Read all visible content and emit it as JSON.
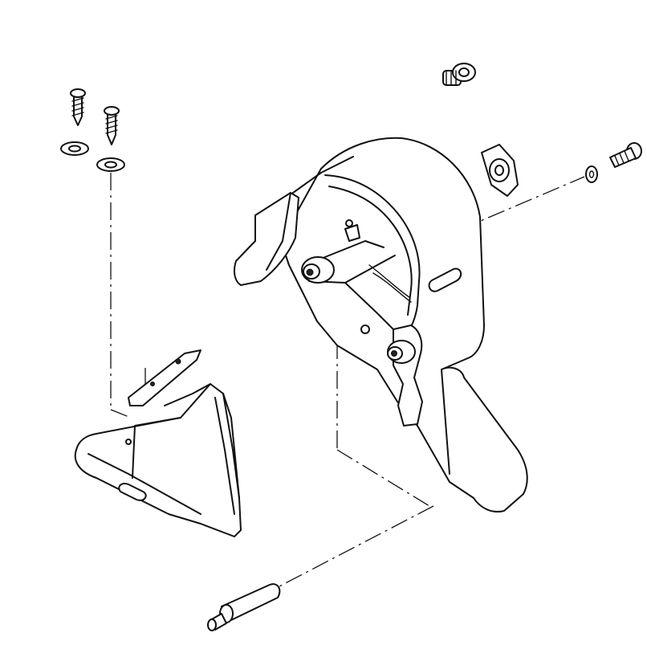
{
  "diagram": {
    "stroke_color": "#111111",
    "background_color": "#ffffff",
    "parts": [
      "upper-cover",
      "lower-cover",
      "tapping-screw",
      "washer",
      "screw",
      "spring-washer",
      "bushing",
      "cover-plate",
      "hinge-shaft",
      "hinge-pin"
    ]
  }
}
